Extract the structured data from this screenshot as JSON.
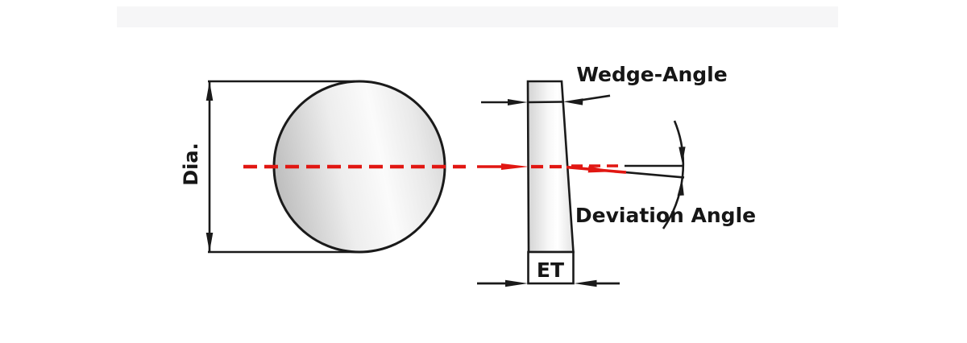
{
  "diagram": {
    "front_view": {
      "dimension_label": "Dia."
    },
    "side_view": {
      "thickness_label": "ET"
    },
    "annotations": {
      "wedge_angle_label": "Wedge-Angle",
      "deviation_angle_label": "Deviation Angle"
    }
  },
  "colors": {
    "ray_red": "#e11712",
    "line_black": "#1a1a1a",
    "glass_highlight": "#ffffff",
    "glass_shadow": "#bdbdbd",
    "background": "#ffffff"
  }
}
